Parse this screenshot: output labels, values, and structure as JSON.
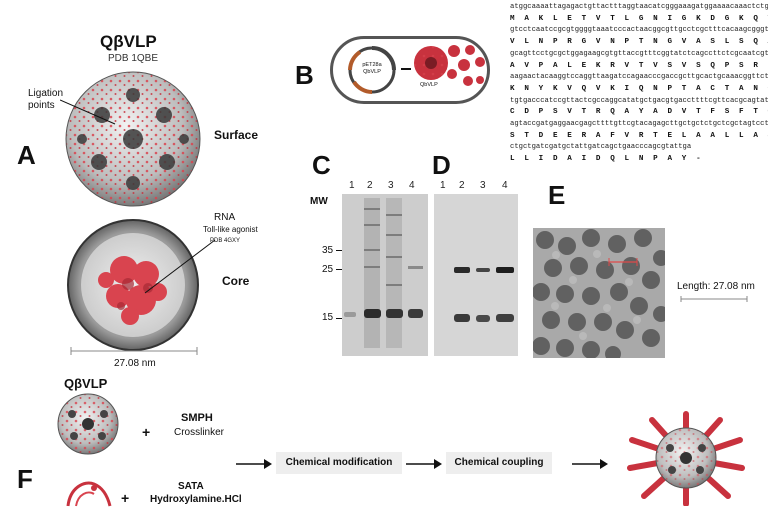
{
  "panel_letters": {
    "a": "A",
    "b": "B",
    "c": "C",
    "d": "D",
    "e": "E",
    "f": "F"
  },
  "panel_a": {
    "title": "QβVLP",
    "pdb": "PDB 1QBE",
    "ligation_label": "Ligation\npoints",
    "surface_label": "Surface",
    "rna_label": "RNA",
    "toll_label": "Toll-like agonist",
    "pdb2": "PDB 4GXY",
    "core_label": "Core",
    "scale_label": "27.08 nm"
  },
  "panel_b": {
    "plasmid_label": "pET28a\nQbVLP",
    "vlp_label": "QbVLP",
    "sequence_lines": [
      {
        "dna": "atggcaaaattagagactgttactttaggtaacatcgggaaagatggaaaacaaactctg",
        "aa": "M A K L E T V T L G N I G K D G K Q T L"
      },
      {
        "dna": "gtcctcaatccgcgtggggtaaatcccactaacggcgttgcctcgctttcacaagcgggt",
        "aa": "V L N P R G V N P T N G V A S L S Q A G"
      },
      {
        "dna": "gcagttcctgcgctggagaagcgtgttaccgtttcggtatctcagccttctcgcaatcgt",
        "aa": "A V P A L E K R V T V S V S Q P S R N R"
      },
      {
        "dna": "aagaactacaaggtccaggttaagatccagaacccgaccgcttgcactgcaaacggttct",
        "aa": "K N Y K V Q V K I Q N P T A C T A N G S"
      },
      {
        "dna": "tgtgacccatccgttactcgccaggcatatgctgacgtgaccttttcgttcacgcagtat",
        "aa": "C D P S V T R Q A Y A D V T F S F T Q Y"
      },
      {
        "dna": "agtaccgatgaggaacgagcttttgttcgtacagagcttgctgctctgctcgctagtcct",
        "aa": "S T D E E R A F V R T E L A A L L A S P"
      },
      {
        "dna": "ctgctgatcgatgctattgatcagctgaacccagcgtattga",
        "aa": "L L I D A I D Q L N P A Y -"
      }
    ]
  },
  "panel_c": {
    "mw_label": "MW",
    "lanes": [
      "1",
      "2",
      "3",
      "4"
    ],
    "markers": [
      "35",
      "25",
      "15"
    ]
  },
  "panel_d": {
    "lanes": [
      "1",
      "2",
      "3",
      "4"
    ]
  },
  "panel_e": {
    "length_label": "Length: 27.08 nm"
  },
  "panel_f": {
    "title": "QβVLP",
    "plus1": "+",
    "smph": "SMPH",
    "crosslinker": "Crosslinker",
    "plus2": "+",
    "sata": "SATA",
    "hydroxylamine": "Hydroxylamine.HCl",
    "step1": "Chemical modification",
    "step2": "Chemical coupling"
  },
  "colors": {
    "rna_red": "#d9444f",
    "gel_bg": "#cfcfcf",
    "band": "#1a1a1a"
  }
}
